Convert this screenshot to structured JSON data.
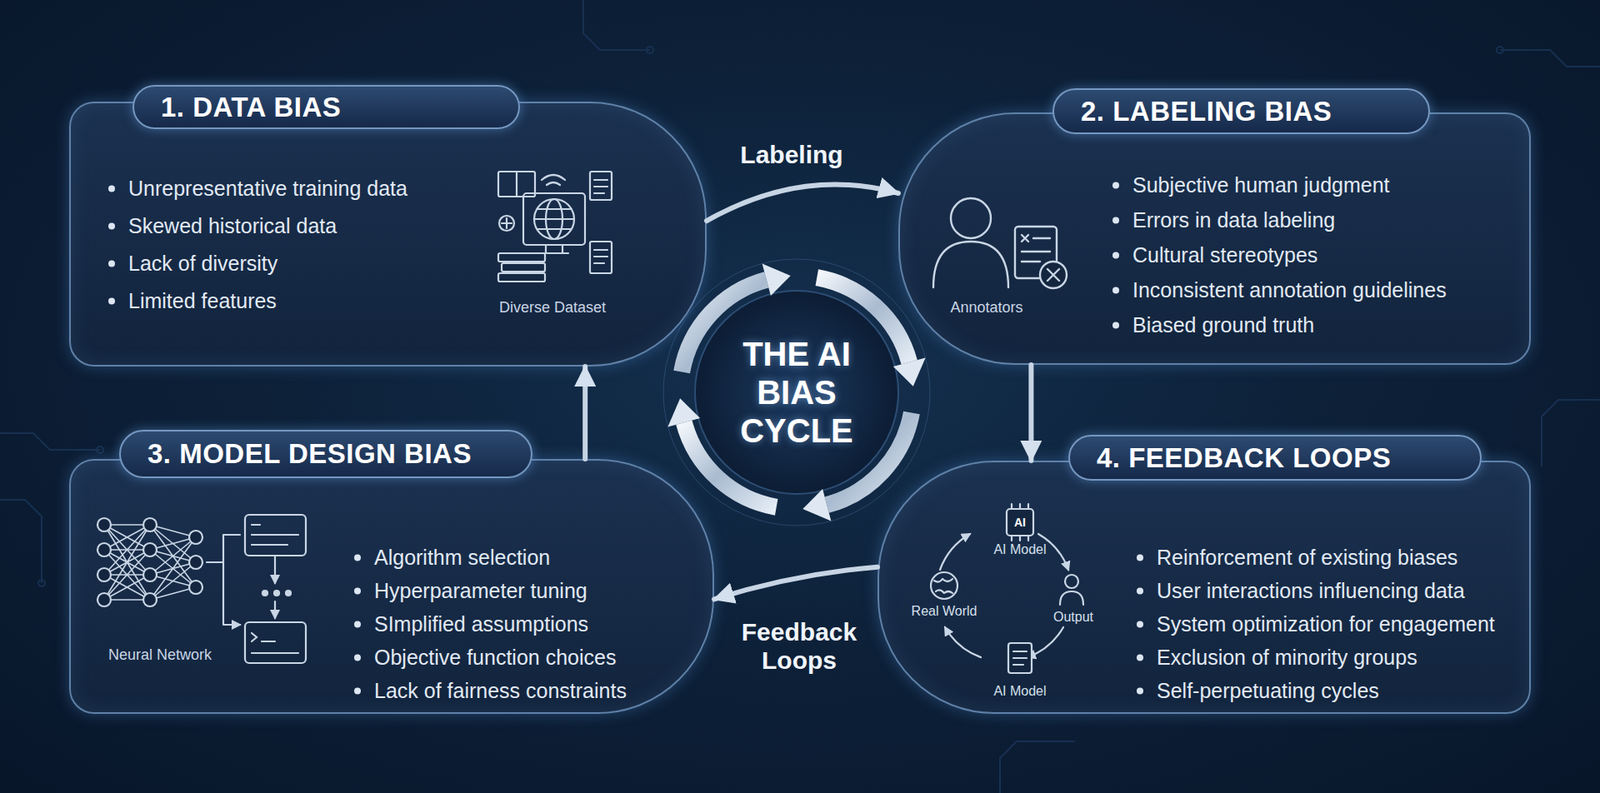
{
  "diagram": {
    "title": "THE AI BIAS CYCLE",
    "nodes": [
      {
        "text": [
          "1. DATA BIAS",
          "Unrepresentative training data",
          "Skewed historical data",
          "Lack of diversity",
          "Limited features",
          "Diverse Dataset"
        ]
      },
      {
        "text": [
          "2. LABELING BIAS",
          "Subjective human judgment",
          "Errors in data labeling",
          "Cultural stereotypes",
          "Inconsistent annotation guidelines",
          "Biased ground truth",
          "Annotators"
        ]
      },
      {
        "text": [
          "3. MODEL DESIGN BIAS",
          "Algorithm selection",
          "Hyperparameter tuning",
          "SImplified assumptions",
          "Objective function choices",
          "Lack of fairness constraints",
          "Neural Network"
        ]
      },
      {
        "text": [
          "4. FEEDBACK LOOPS",
          "Reinforcement of existing biases",
          "User interactions influencing data",
          "System optimization for engagement",
          "Exclusion of minority groups",
          "Self-perpetuating cycles"
        ]
      }
    ],
    "edges": [
      {
        "from": 0,
        "to": 1,
        "label": "Labeling",
        "arrow": "to"
      },
      {
        "from": 1,
        "to": 3,
        "arrow": "to"
      },
      {
        "from": 3,
        "to": 2,
        "label": "Feedback Loops",
        "arrow": "to"
      },
      {
        "from": 2,
        "to": 0,
        "arrow": "to"
      }
    ],
    "labels": [
      "AI",
      "AI Model",
      "Output",
      "AI Model",
      "Real World"
    ]
  }
}
